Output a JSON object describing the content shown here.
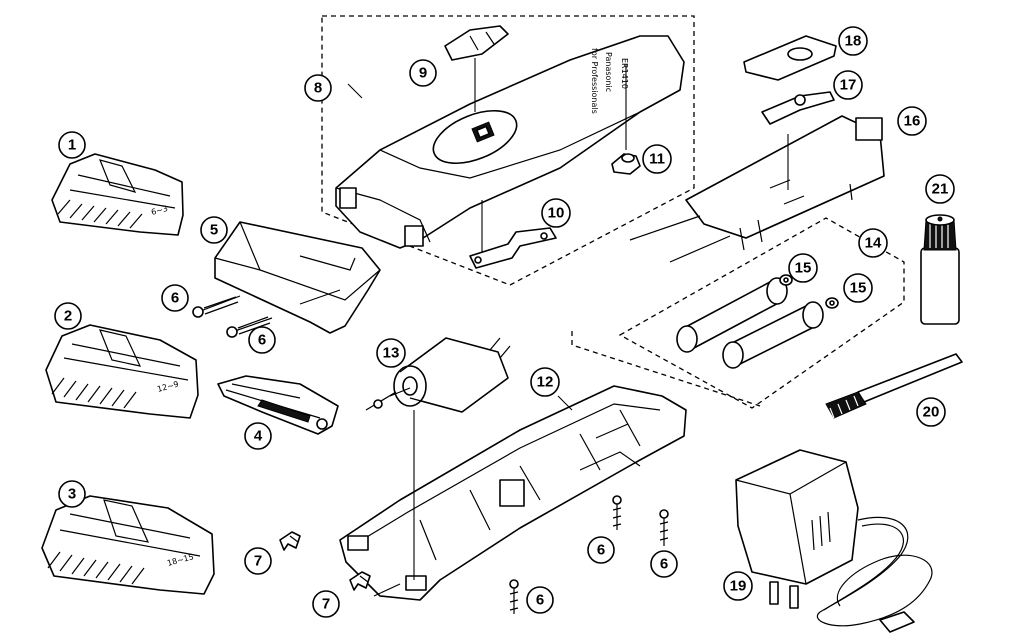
{
  "diagram": {
    "callouts": [
      "1",
      "2",
      "3",
      "4",
      "5",
      "6",
      "7",
      "8",
      "9",
      "10",
      "11",
      "12",
      "13",
      "14",
      "15",
      "16",
      "17",
      "18",
      "19",
      "20",
      "21"
    ],
    "label_6": "6",
    "label_7": "7",
    "label_15": "15",
    "device_text": [
      "Panasonic",
      "for Professionals",
      "ER1410"
    ],
    "comb_marks": [
      "6~3",
      "12~9",
      "18~15"
    ]
  }
}
